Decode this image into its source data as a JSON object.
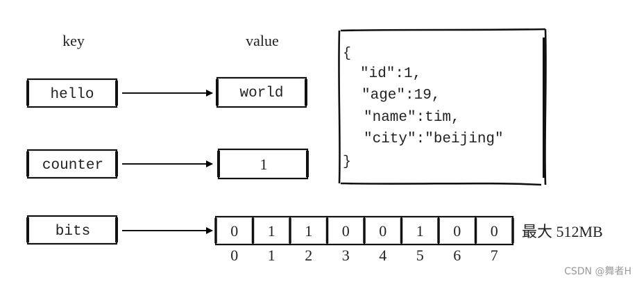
{
  "headers": {
    "key": "key",
    "value": "value"
  },
  "rows": [
    {
      "key": "hello",
      "value": "world"
    },
    {
      "key": "counter",
      "value": "1"
    },
    {
      "key": "bits"
    }
  ],
  "bits": {
    "values": [
      "0",
      "1",
      "1",
      "0",
      "0",
      "1",
      "0",
      "0"
    ],
    "indices": [
      "0",
      "1",
      "2",
      "3",
      "4",
      "5",
      "6",
      "7"
    ],
    "limit_label": "最大 512MB"
  },
  "json_box": {
    "lines": [
      "{",
      "\"id\":1,",
      "\"age\":19,",
      "\"name\":tim,",
      "\"city\":\"beijing\"",
      "}"
    ]
  },
  "watermark": "CSDN @舞者H"
}
